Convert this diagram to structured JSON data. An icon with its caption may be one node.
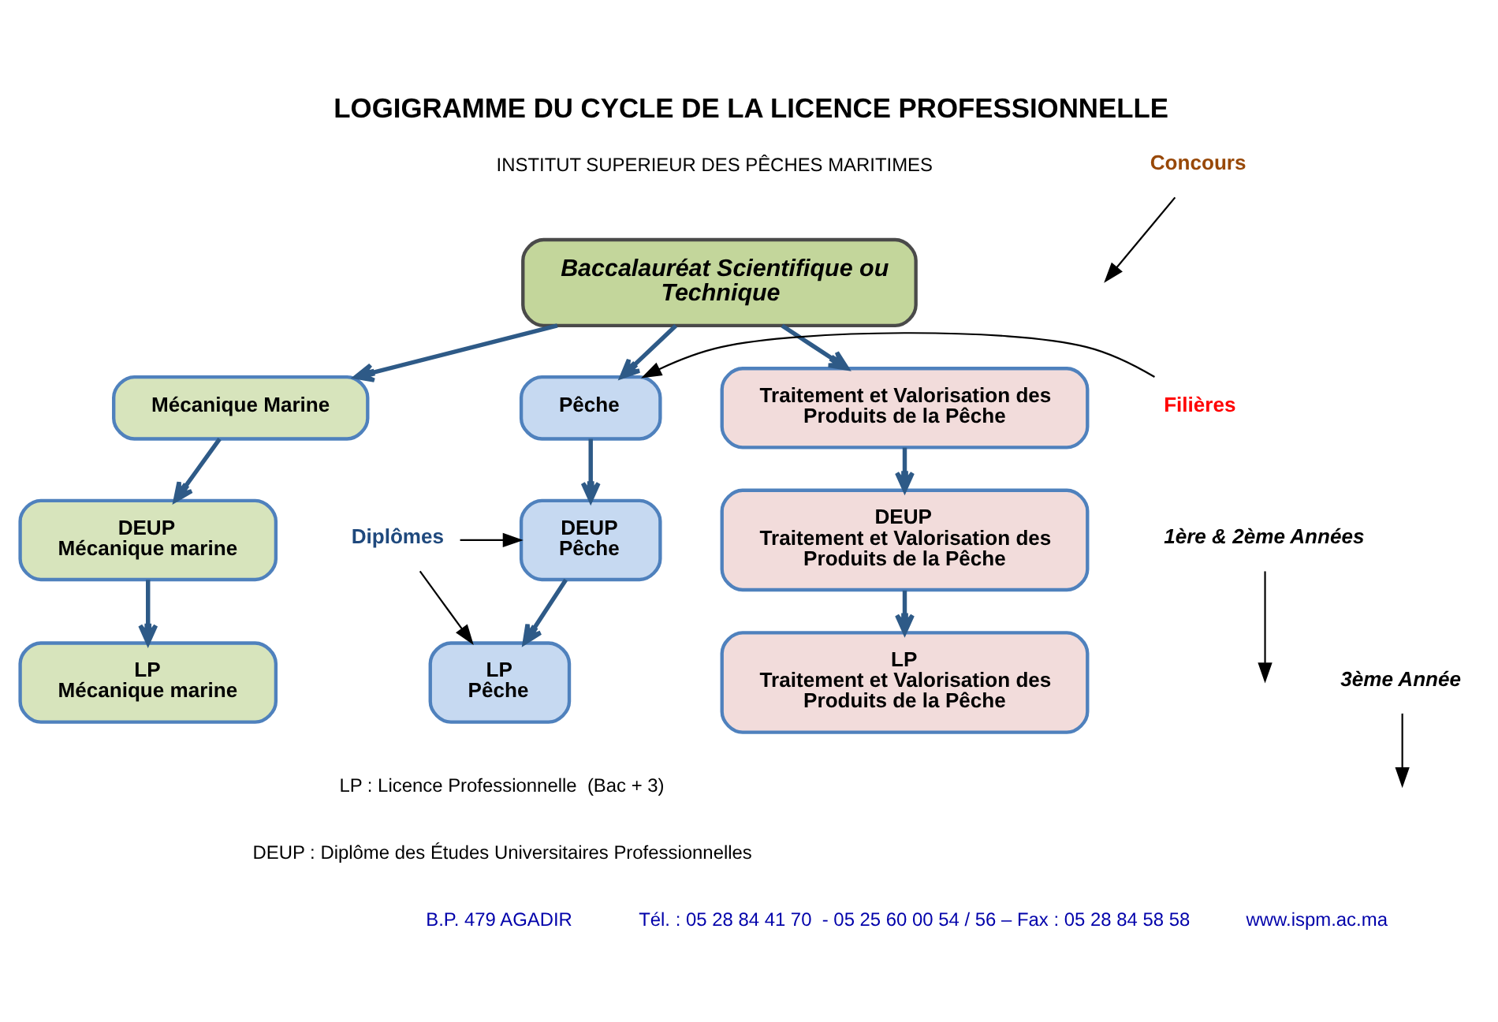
{
  "diagram": {
    "title": "LOGIGRAMME DU CYCLE DE LA LICENCE PROFESSIONNELLE",
    "nodes": [
      {
        "text": [
          "Baccalauréat Scientifique ou Technique"
        ]
      },
      {
        "text": [
          "Pêche"
        ]
      },
      {
        "text": [
          "Mécanique Marine"
        ]
      },
      {
        "text": [
          "Traitement et Valorisation des Produits de la Pêche"
        ]
      },
      {
        "text": [
          "DEUP",
          "Pêche"
        ]
      },
      {
        "text": [
          "DEUP",
          "Mécanique marine"
        ]
      },
      {
        "text": [
          "DEUP",
          "Traitement et Valorisation des Produits de la Pêche"
        ]
      },
      {
        "text": [
          "LP",
          "Pêche"
        ]
      },
      {
        "text": [
          "LP",
          "Mécanique marine"
        ]
      },
      {
        "text": [
          "LP",
          "Traitement et Valorisation des Produits de la Pêche"
        ]
      },
      {
        "text": [
          "Concours"
        ]
      },
      {
        "text": [
          "Filières"
        ]
      },
      {
        "text": [
          "Diplômes"
        ]
      },
      {
        "text": [
          "1ère & 2ème Années"
        ]
      },
      {
        "text": [
          "3ème Année"
        ]
      }
    ],
    "edges": [
      {
        "from": 0,
        "to": 1,
        "arrow": "to"
      },
      {
        "from": 0,
        "to": 2,
        "arrow": "to"
      },
      {
        "from": 0,
        "to": 3,
        "arrow": "to"
      },
      {
        "from": 1,
        "to": 4,
        "arrow": "to"
      },
      {
        "from": 2,
        "to": 5,
        "arrow": "to"
      },
      {
        "from": 3,
        "to": 6,
        "arrow": "to"
      },
      {
        "from": 4,
        "to": 7,
        "arrow": "to"
      },
      {
        "from": 5,
        "to": 8,
        "arrow": "to"
      },
      {
        "from": 6,
        "to": 9,
        "arrow": "to"
      },
      {
        "from": 10,
        "to": null,
        "arrow": "to",
        "color": "#000000"
      },
      {
        "from": 11,
        "to": 1,
        "arrow": "to",
        "color": "#000000"
      },
      {
        "from": 12,
        "to": 4,
        "arrow": "to",
        "color": "#000000"
      },
      {
        "from": 12,
        "to": 7,
        "arrow": "to",
        "color": "#000000"
      },
      {
        "from": 13,
        "to": null,
        "arrow": "to",
        "color": "#000000"
      },
      {
        "from": 14,
        "to": null,
        "arrow": "to",
        "color": "#000000"
      }
    ],
    "labels": [
      "INSTITUT SUPERIEUR DES PÊCHES MARITIMES",
      "LP : Licence Professionnelle  (Bac + 3)",
      "DEUP : Diplôme des Études Universitaires Professionnelles",
      "B.P. 479 AGADIR",
      "Tél. : 05 28 84 41 70  - 05 25 60 00 54 / 56 – Fax : 05 28 84 58 58",
      "www.ispm.ac.ma"
    ]
  }
}
